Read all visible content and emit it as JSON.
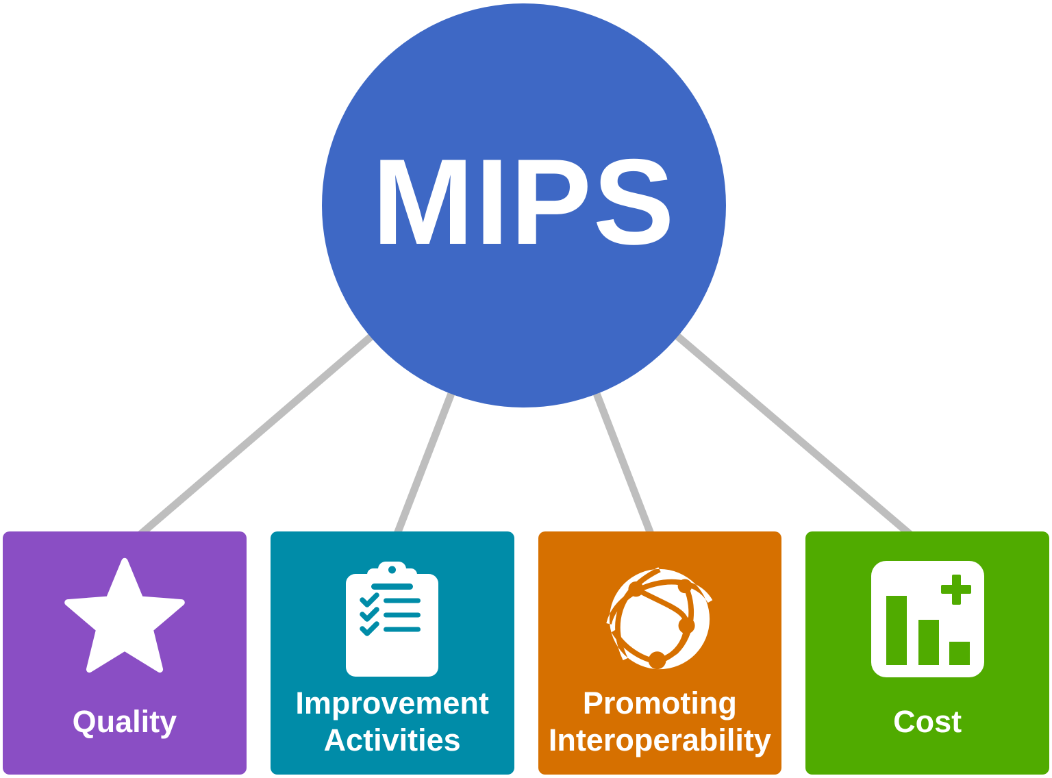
{
  "diagram": {
    "root": {
      "label": "MIPS",
      "color": "#3E68C5",
      "label_color": "#FFFFFF"
    },
    "connector_color": "#BEBEBE",
    "background_color": "#FFFFFF",
    "categories": [
      {
        "label": "Quality",
        "label_lines": [
          "Quality"
        ],
        "color": "#8A4EC4",
        "icon": "star-icon"
      },
      {
        "label": "Improvement Activities",
        "label_lines": [
          "Improvement",
          "Activities"
        ],
        "color": "#008CA8",
        "icon": "clipboard-checklist-icon"
      },
      {
        "label": "Promoting Interoperability",
        "label_lines": [
          "Promoting",
          "Interoperability"
        ],
        "color": "#D67000",
        "icon": "network-globe-icon"
      },
      {
        "label": "Cost",
        "label_lines": [
          "Cost"
        ],
        "color": "#50AB00",
        "icon": "bar-chart-plus-icon"
      }
    ]
  }
}
